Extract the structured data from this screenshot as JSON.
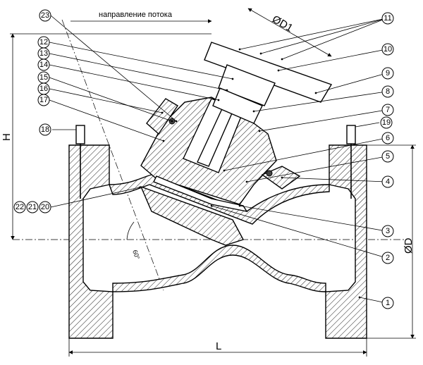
{
  "flow_label": "направление потока",
  "dimensions": {
    "diameter_top": "ØD1",
    "height": "H",
    "diameter": "ØD",
    "length": "L",
    "angle": "60°"
  },
  "callouts": [
    {
      "id": "c1",
      "label": "1"
    },
    {
      "id": "c2",
      "label": "2"
    },
    {
      "id": "c3",
      "label": "3"
    },
    {
      "id": "c4",
      "label": "4"
    },
    {
      "id": "c5",
      "label": "5"
    },
    {
      "id": "c6",
      "label": "6"
    },
    {
      "id": "c7",
      "label": "7"
    },
    {
      "id": "c8",
      "label": "8"
    },
    {
      "id": "c9",
      "label": "9"
    },
    {
      "id": "c10",
      "label": "10"
    },
    {
      "id": "c11",
      "label": "11"
    },
    {
      "id": "c12",
      "label": "12"
    },
    {
      "id": "c13",
      "label": "13"
    },
    {
      "id": "c14",
      "label": "14"
    },
    {
      "id": "c15",
      "label": "15"
    },
    {
      "id": "c16",
      "label": "16"
    },
    {
      "id": "c17",
      "label": "17"
    },
    {
      "id": "c18",
      "label": "18"
    },
    {
      "id": "c19",
      "label": "19"
    },
    {
      "id": "c20",
      "label": "20"
    },
    {
      "id": "c21",
      "label": "21"
    },
    {
      "id": "c22",
      "label": "22"
    },
    {
      "id": "c23",
      "label": "23"
    }
  ]
}
